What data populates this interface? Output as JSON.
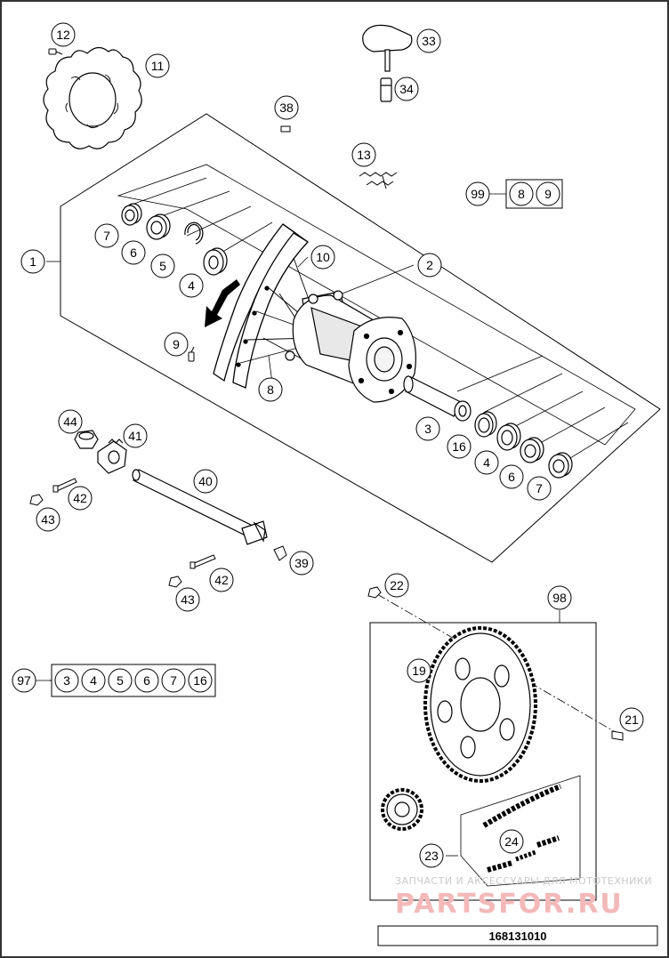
{
  "callouts": {
    "c1": "1",
    "c2": "2",
    "c3": "3",
    "c4a": "4",
    "c4b": "4",
    "c5": "5",
    "c6a": "6",
    "c6b": "6",
    "c7a": "7",
    "c7b": "7",
    "c8": "8",
    "c9": "9",
    "c10": "10",
    "c11": "11",
    "c12": "12",
    "c13": "13",
    "c16": "16",
    "c19": "19",
    "c21": "21",
    "c22": "22",
    "c23": "23",
    "c24": "24",
    "c33": "33",
    "c34": "34",
    "c38": "38",
    "c39": "39",
    "c40": "40",
    "c41": "41",
    "c42a": "42",
    "c42b": "42",
    "c43a": "43",
    "c43b": "43",
    "c44": "44",
    "c97": "97",
    "c98": "98",
    "c99": "99"
  },
  "kit99": [
    "8",
    "9"
  ],
  "kit97": [
    "3",
    "4",
    "5",
    "6",
    "7",
    "16"
  ],
  "watermark": {
    "line1": "ЗАПЧАСТИ И АКСЕССУАРЫ ДЛЯ МОТОТЕХНИКИ",
    "line2": "PARTSFOR.RU"
  },
  "drawing_number": "168131010",
  "colors": {
    "line": "#000000",
    "frame": "#333333",
    "watermark": "#f3b9b9",
    "background": "#ffffff"
  }
}
